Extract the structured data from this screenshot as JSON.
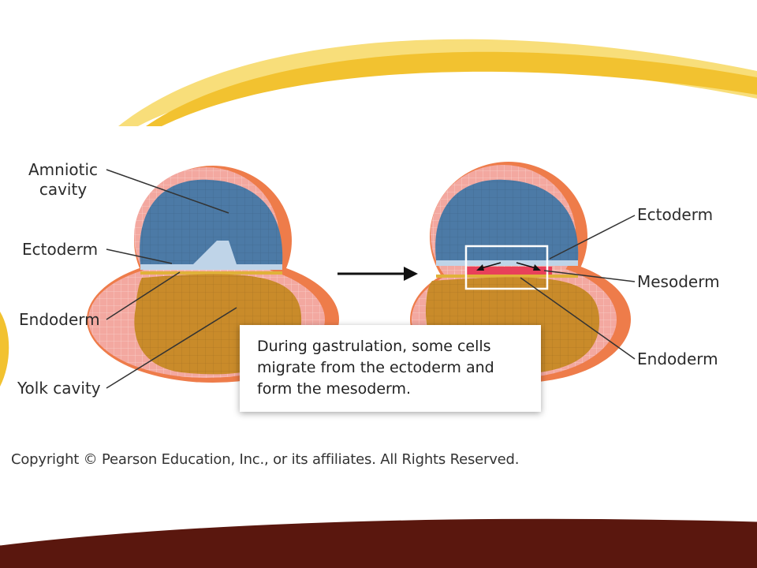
{
  "diagram": {
    "labels_left": {
      "amniotic_cavity": "Amniotic\ncavity",
      "ectoderm": "Ectoderm",
      "endoderm": "Endoderm",
      "yolk_cavity": "Yolk cavity"
    },
    "labels_right": {
      "ectoderm": "Ectoderm",
      "mesoderm": "Mesoderm",
      "endoderm": "Endoderm"
    },
    "caption": "During gastrulation, some cells\nmigrate from the ectoderm and\nform the mesoderm.",
    "copyright": "Copyright © Pearson Education, Inc., or its affiliates.  All Rights Reserved."
  },
  "colors": {
    "swoosh_yellow": "#F2C230",
    "swoosh_pale": "#F8DE7A",
    "footer_maroon": "#5A170E",
    "embryo_pink": "#F3A8A0",
    "embryo_orange": "#EE7C4A",
    "amnion_blue": "#4C7AA6",
    "yolk_gold": "#C98B2A",
    "mesoderm_red": "#E8405A"
  }
}
